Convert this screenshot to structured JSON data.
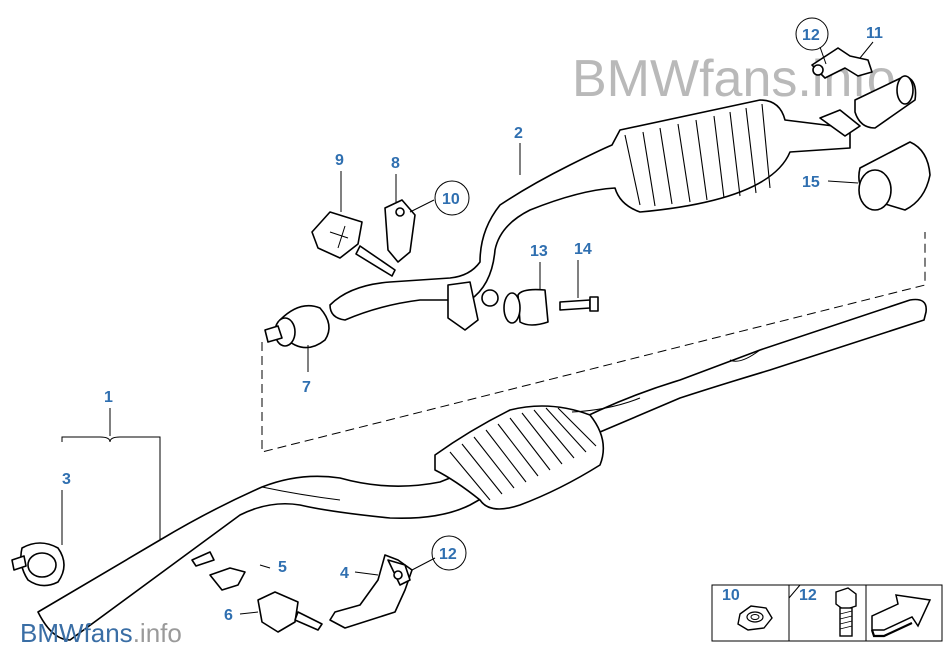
{
  "watermarks": {
    "top_right": "BMWfans.info",
    "bottom_left_brand": "BMWfans",
    "bottom_left_tld": ".info"
  },
  "labels": {
    "p1": "1",
    "p2": "2",
    "p3": "3",
    "p4": "4",
    "p5": "5",
    "p6": "6",
    "p7": "7",
    "p8": "8",
    "p9": "9",
    "p10": "10",
    "p11": "11",
    "p12a": "12",
    "p12b": "12",
    "p13": "13",
    "p14": "14",
    "p15": "15"
  },
  "legend": {
    "cell1_label": "10",
    "cell2_label": "12",
    "cell1_icon": "hex-nut-icon",
    "cell2_icon": "hex-bolt-icon",
    "cell3_icon": "arrow-icon"
  },
  "colors": {
    "label_blue": "#2f6fb0",
    "line": "#000000",
    "watermark_gray": "#b9b9b9"
  }
}
